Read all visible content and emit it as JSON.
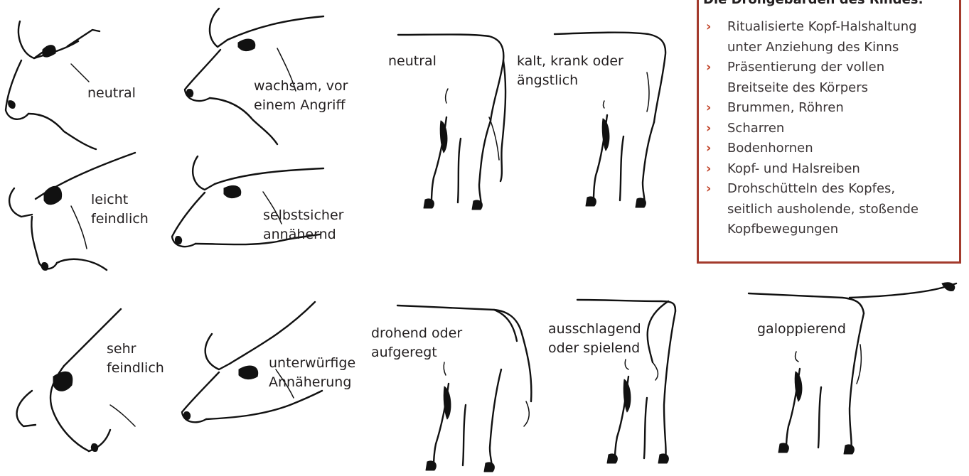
{
  "head_postures": [
    {
      "id": "neutral",
      "label": "neutral"
    },
    {
      "id": "alert",
      "label": "wachsam, vor\neinem Angriff"
    },
    {
      "id": "slightly-hostile",
      "label": "leicht\nfeindlich"
    },
    {
      "id": "confident",
      "label": "selbstsicher\nannähernd"
    },
    {
      "id": "very-hostile",
      "label": "sehr\nfeindlich"
    },
    {
      "id": "submissive",
      "label": "unterwürfige\nAnnäherung"
    }
  ],
  "tail_postures": [
    {
      "id": "neutral",
      "label": "neutral"
    },
    {
      "id": "cold",
      "label": "kalt, krank oder\nängstlich"
    },
    {
      "id": "threatening",
      "label": "drohend oder\naufgeregt"
    },
    {
      "id": "kicking",
      "label": "ausschlagend\noder spielend"
    },
    {
      "id": "galloping",
      "label": "galoppierend"
    }
  ],
  "threat_box": {
    "title": "Die Drohgebärden des Rindes:",
    "items": [
      "Ritualisierte Kopf-Halshaltung\nunter Anziehung des Kinns",
      "Präsentierung der vollen\nBreitseite des Körpers",
      "Brummen, Röhren",
      "Scharren",
      "Bodenhornen",
      "Kopf- und Halsreiben",
      "Drohschütteln des Kopfes,\nseitlich ausholende, stoßende\nKopfbewegungen"
    ],
    "bullet_icon": "chevron-right-icon",
    "border_color": "#a33a2c",
    "bullet_color": "#c1452a"
  }
}
